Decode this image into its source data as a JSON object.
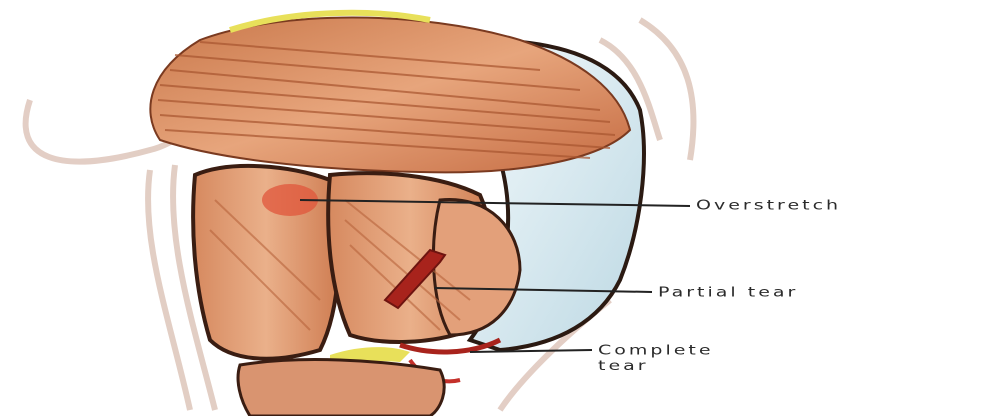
{
  "labels": {
    "overstretch": "Overstretch",
    "partial_tear": "Partial tear",
    "complete_tear_line1": "Complete",
    "complete_tear_line2": "tear"
  },
  "colors": {
    "muscle": "#d98c5f",
    "muscle_dark": "#b5623a",
    "tear": "#a8231c",
    "overstretch_spot": "#e0553b",
    "ligament": "#d9ecf2",
    "fat_pad": "#e8e05a",
    "outline": "#3a1d12",
    "leader_line": "#222222",
    "skin_outline": "#d8b7a8"
  }
}
